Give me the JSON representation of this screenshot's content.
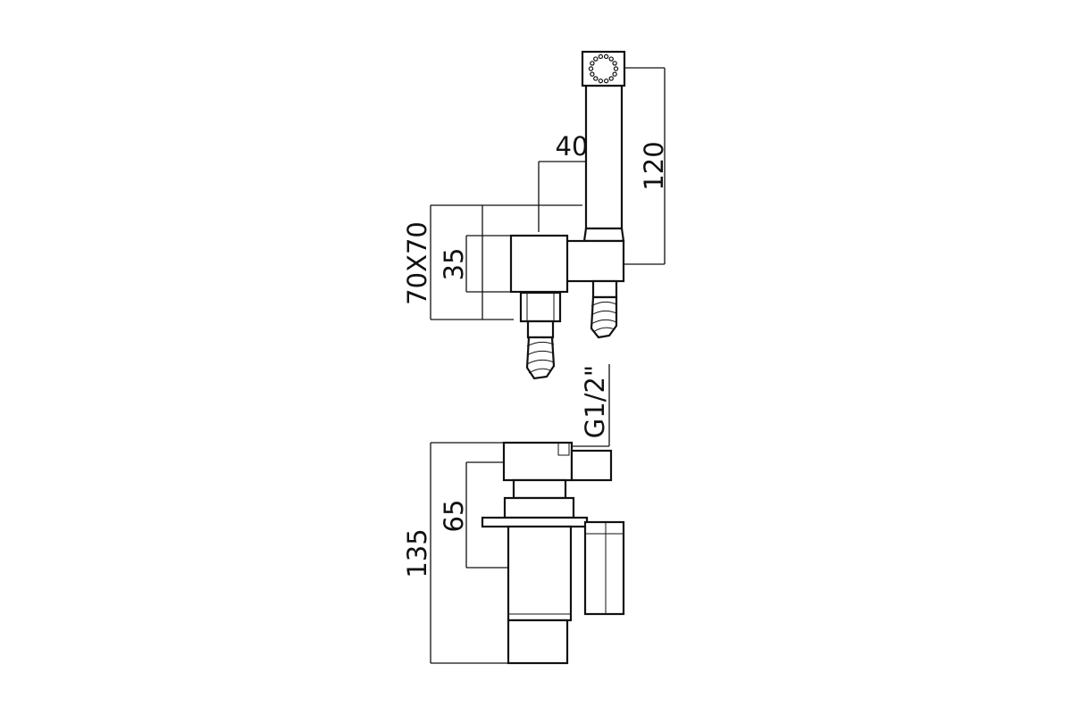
{
  "dimensions": {
    "d40": "40",
    "d120": "120",
    "d70x70": "70X70",
    "d35": "35",
    "g12": "G1/2\"",
    "d65": "65",
    "d135": "135"
  },
  "colors": {
    "line": "#111111",
    "background": "#ffffff"
  },
  "spray_holes": 14
}
